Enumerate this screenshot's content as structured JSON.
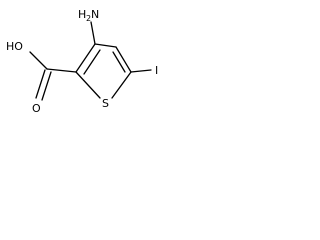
{
  "molecule": {
    "atoms": {
      "amino_main": "H",
      "amino_sub": "2",
      "amino_n": "N",
      "hydroxyl": "HO",
      "carbonyl_o": "O",
      "sulfur": "S",
      "iodine": "I"
    },
    "colors": {
      "bond": "#000000",
      "label": "#000000",
      "background": "#ffffff"
    }
  }
}
